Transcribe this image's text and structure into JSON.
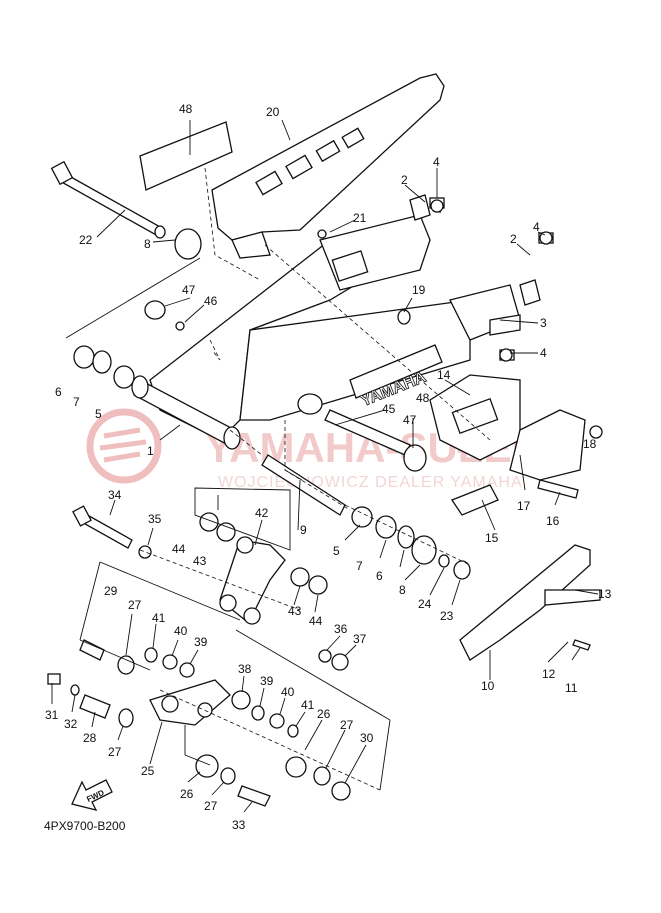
{
  "diagram_code": "4PX9700-B200",
  "watermark": {
    "main": "YAMAHA-SUŁEK",
    "sub": "WOJCIECHOWICZ DEALER YAMAHA"
  },
  "fwd_label": "FWD",
  "brand_text": "YAMAHA",
  "callouts": [
    {
      "id": "c48a",
      "label": "48"
    },
    {
      "id": "c20",
      "label": "20"
    },
    {
      "id": "c4a",
      "label": "4"
    },
    {
      "id": "c2a",
      "label": "2"
    },
    {
      "id": "c21",
      "label": "21"
    },
    {
      "id": "c22",
      "label": "22"
    },
    {
      "id": "c8a",
      "label": "8"
    },
    {
      "id": "c2b",
      "label": "2"
    },
    {
      "id": "c4b",
      "label": "4"
    },
    {
      "id": "c47a",
      "label": "47"
    },
    {
      "id": "c46",
      "label": "46"
    },
    {
      "id": "c19",
      "label": "19"
    },
    {
      "id": "c3",
      "label": "3"
    },
    {
      "id": "c4c",
      "label": "4"
    },
    {
      "id": "c6a",
      "label": "6"
    },
    {
      "id": "c7a",
      "label": "7"
    },
    {
      "id": "c5a",
      "label": "5"
    },
    {
      "id": "c48b",
      "label": "48"
    },
    {
      "id": "c14",
      "label": "14"
    },
    {
      "id": "c45",
      "label": "45"
    },
    {
      "id": "c47b",
      "label": "47"
    },
    {
      "id": "c18",
      "label": "18"
    },
    {
      "id": "c1",
      "label": "1"
    },
    {
      "id": "c17",
      "label": "17"
    },
    {
      "id": "c16",
      "label": "16"
    },
    {
      "id": "c34",
      "label": "34"
    },
    {
      "id": "c35",
      "label": "35"
    },
    {
      "id": "c42",
      "label": "42"
    },
    {
      "id": "c9",
      "label": "9"
    },
    {
      "id": "c15",
      "label": "15"
    },
    {
      "id": "c44a",
      "label": "44"
    },
    {
      "id": "c43a",
      "label": "43"
    },
    {
      "id": "c5b",
      "label": "5"
    },
    {
      "id": "c7b",
      "label": "7"
    },
    {
      "id": "c6b",
      "label": "6"
    },
    {
      "id": "c8b",
      "label": "8"
    },
    {
      "id": "c24",
      "label": "24"
    },
    {
      "id": "c23",
      "label": "23"
    },
    {
      "id": "c13",
      "label": "13"
    },
    {
      "id": "c29",
      "label": "29"
    },
    {
      "id": "c27a",
      "label": "27"
    },
    {
      "id": "c41a",
      "label": "41"
    },
    {
      "id": "c40a",
      "label": "40"
    },
    {
      "id": "c39a",
      "label": "39"
    },
    {
      "id": "c43b",
      "label": "43"
    },
    {
      "id": "c44b",
      "label": "44"
    },
    {
      "id": "c36",
      "label": "36"
    },
    {
      "id": "c37",
      "label": "37"
    },
    {
      "id": "c12",
      "label": "12"
    },
    {
      "id": "c11",
      "label": "11"
    },
    {
      "id": "c10",
      "label": "10"
    },
    {
      "id": "c38",
      "label": "38"
    },
    {
      "id": "c39b",
      "label": "39"
    },
    {
      "id": "c40b",
      "label": "40"
    },
    {
      "id": "c41b",
      "label": "41"
    },
    {
      "id": "c26a",
      "label": "26"
    },
    {
      "id": "c27b",
      "label": "27"
    },
    {
      "id": "c30",
      "label": "30"
    },
    {
      "id": "c31",
      "label": "31"
    },
    {
      "id": "c32",
      "label": "32"
    },
    {
      "id": "c28",
      "label": "28"
    },
    {
      "id": "c27c",
      "label": "27"
    },
    {
      "id": "c25",
      "label": "25"
    },
    {
      "id": "c26b",
      "label": "26"
    },
    {
      "id": "c27d",
      "label": "27"
    },
    {
      "id": "c33",
      "label": "33"
    }
  ]
}
